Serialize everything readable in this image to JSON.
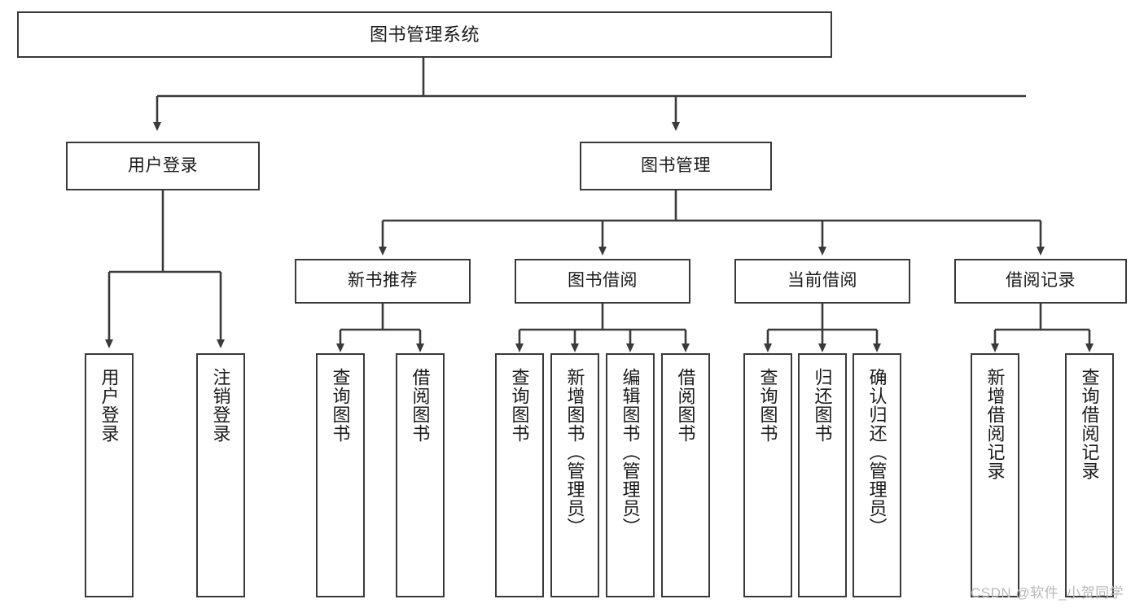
{
  "diagram": {
    "title_node": {
      "label": "图书管理系统"
    },
    "level1": [
      {
        "label": "用户登录"
      },
      {
        "label": "图书管理"
      }
    ],
    "level2": [
      {
        "label": "新书推荐"
      },
      {
        "label": "图书借阅"
      },
      {
        "label": "当前借阅"
      },
      {
        "label": "借阅记录"
      }
    ],
    "leaves": {
      "user_login": [
        {
          "label": "用户登录"
        },
        {
          "label": "注销登录"
        }
      ],
      "new_book_recommend": [
        {
          "label": "查询图书"
        },
        {
          "label": "借阅图书"
        }
      ],
      "book_borrow": [
        {
          "label": "查询图书"
        },
        {
          "label": "新增图书（管理员）"
        },
        {
          "label": "编辑图书（管理员）"
        },
        {
          "label": "借阅图书"
        }
      ],
      "current_borrow": [
        {
          "label": "查询图书"
        },
        {
          "label": "归还图书"
        },
        {
          "label": "确认归还（管理员）"
        }
      ],
      "borrow_record": [
        {
          "label": "新增借阅记录"
        },
        {
          "label": "查询借阅记录"
        }
      ]
    }
  },
  "watermark": {
    "text": "CSDN @软件_小贺同学"
  },
  "colors": {
    "stroke": "#3a3a3a",
    "fill": "#ffffff",
    "text": "#1a1a1a",
    "watermark": "#b9b9b9"
  }
}
